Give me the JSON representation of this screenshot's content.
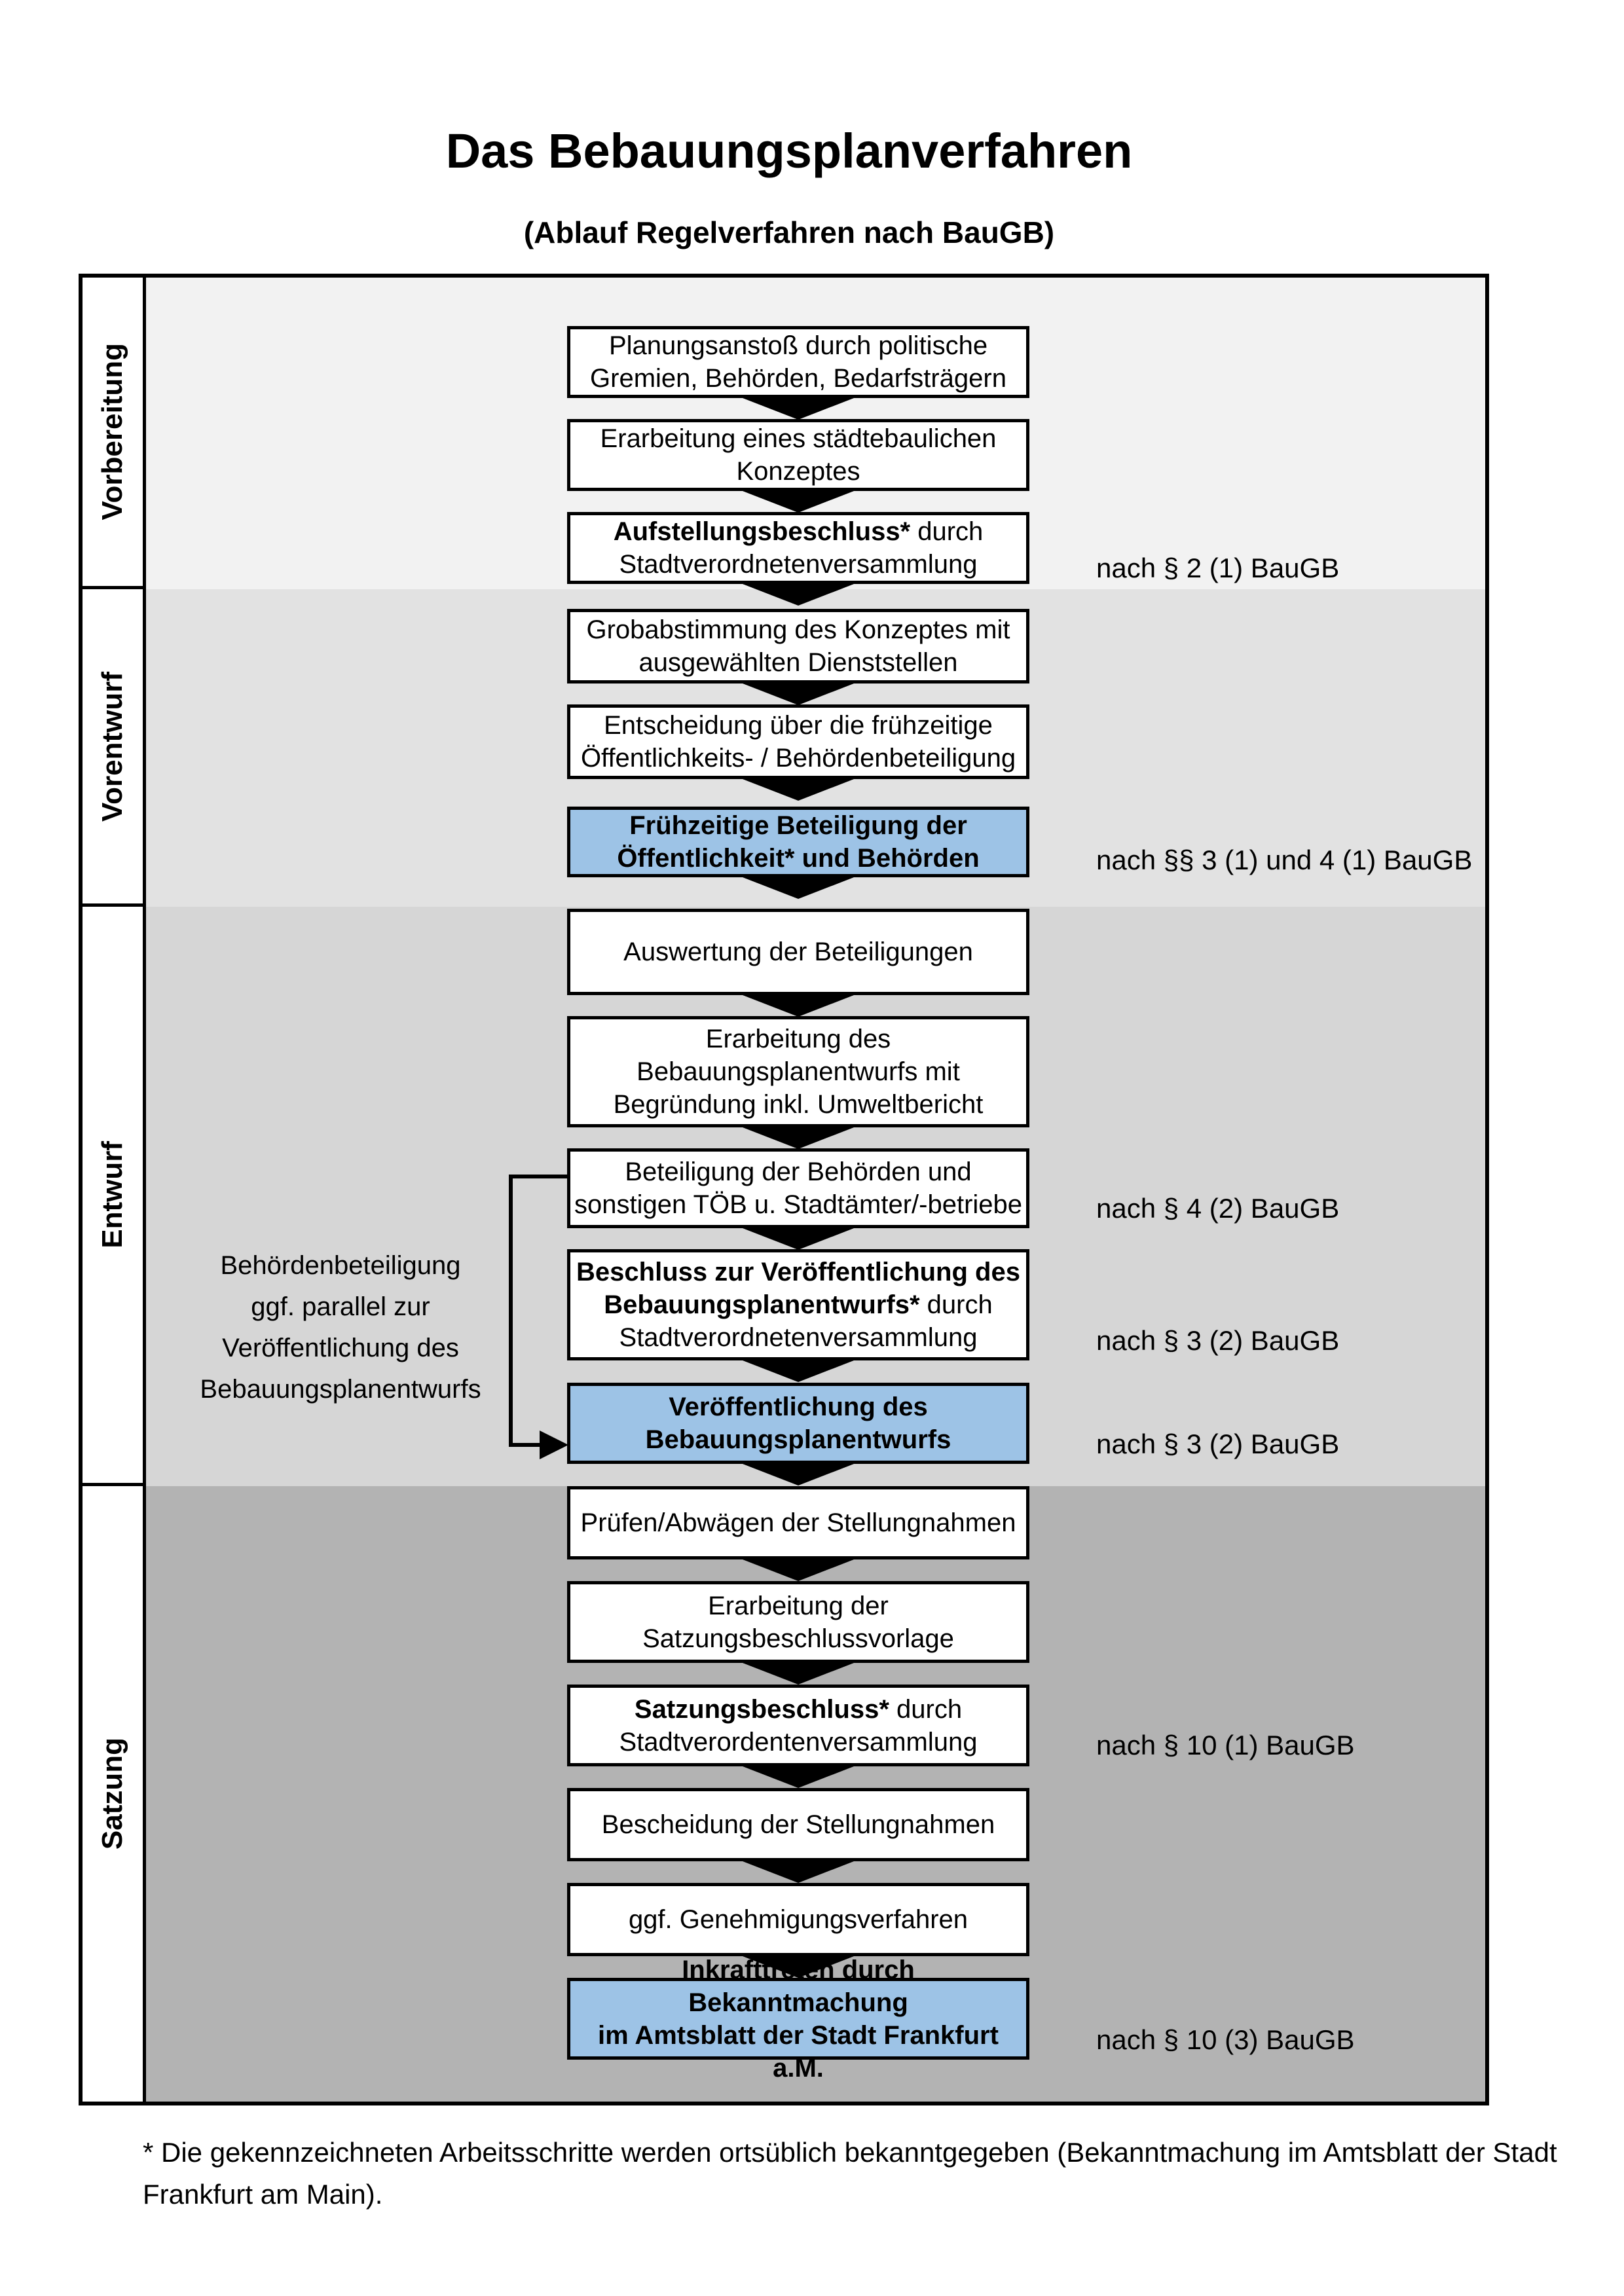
{
  "title": "Das Bebauungsplanverfahren",
  "subtitle": "(Ablauf Regelverfahren nach BauGB)",
  "colors": {
    "highlight_box": "#9DC3E6",
    "phase_backgrounds": [
      "#F2F2F2",
      "#E2E2E2",
      "#D6D6D6",
      "#B3B3B3"
    ],
    "box_background": "#FFFFFF",
    "line": "#000000"
  },
  "phases": [
    {
      "label": "Vorbereitung"
    },
    {
      "label": "Vorentwurf"
    },
    {
      "label": "Entwurf"
    },
    {
      "label": "Satzung"
    }
  ],
  "boxes": [
    {
      "text": "Planungsanstoß durch politische\nGremien, Behörden, Bedarfsträgern"
    },
    {
      "text": "Erarbeitung eines städtebaulichen\nKonzeptes"
    },
    {
      "bold": "Aufstellungsbeschluss*",
      "rest": " durch\nStadtverordnetenversammlung"
    },
    {
      "text": "Grobabstimmung des Konzeptes mit\nausgewählten Dienststellen"
    },
    {
      "text": "Entscheidung über die frühzeitige\nÖffentlichkeits- / Behördenbeteiligung"
    },
    {
      "text": "Frühzeitige Beteiligung der\nÖffentlichkeit* und Behörden",
      "highlighted": true
    },
    {
      "text": "Auswertung der Beteiligungen"
    },
    {
      "text": "Erarbeitung des\nBebauungsplanentwurfs mit\nBegründung inkl. Umweltbericht"
    },
    {
      "text": "Beteiligung der Behörden und\nsonstigen TÖB u. Stadtämter/-betriebe"
    },
    {
      "bold": "Beschluss zur Veröffentlichung des\nBebauungsplanentwurfs*",
      "rest": " durch\nStadtverordnetenversammlung"
    },
    {
      "text": "Veröffentlichung des\nBebauungsplanentwurfs",
      "highlighted": true
    },
    {
      "text": "Prüfen/Abwägen der Stellungnahmen"
    },
    {
      "text": "Erarbeitung der\nSatzungsbeschlussvorlage"
    },
    {
      "bold": "Satzungsbeschluss*",
      "rest": " durch\nStadtverordentenversammlung"
    },
    {
      "text": "Bescheidung der Stellungnahmen"
    },
    {
      "text": "ggf. Genehmigungsverfahren"
    },
    {
      "bold": "Inkrafttreten",
      "rest": " durch Bekanntmachung\nim Amtsblatt der Stadt Frankfurt a.M.",
      "highlighted": true
    }
  ],
  "refs": [
    "nach § 2 (1) BauGB",
    "nach §§ 3 (1) und 4 (1) BauGB",
    "nach § 4 (2) BauGB",
    "nach § 3 (2) BauGB",
    "nach § 3 (2) BauGB",
    "nach § 10 (1) BauGB",
    "nach § 10 (3) BauGB"
  ],
  "annotation": "Behördenbeteiligung\nggf. parallel zur\nVeröffentlichung des\nBebauungsplanentwurfs",
  "footnote": "* Die gekennzeichneten Arbeitsschritte werden ortsüblich bekanntgegeben (Bekanntmachung im Amtsblatt  der Stadt\nFrankfurt am Main)."
}
